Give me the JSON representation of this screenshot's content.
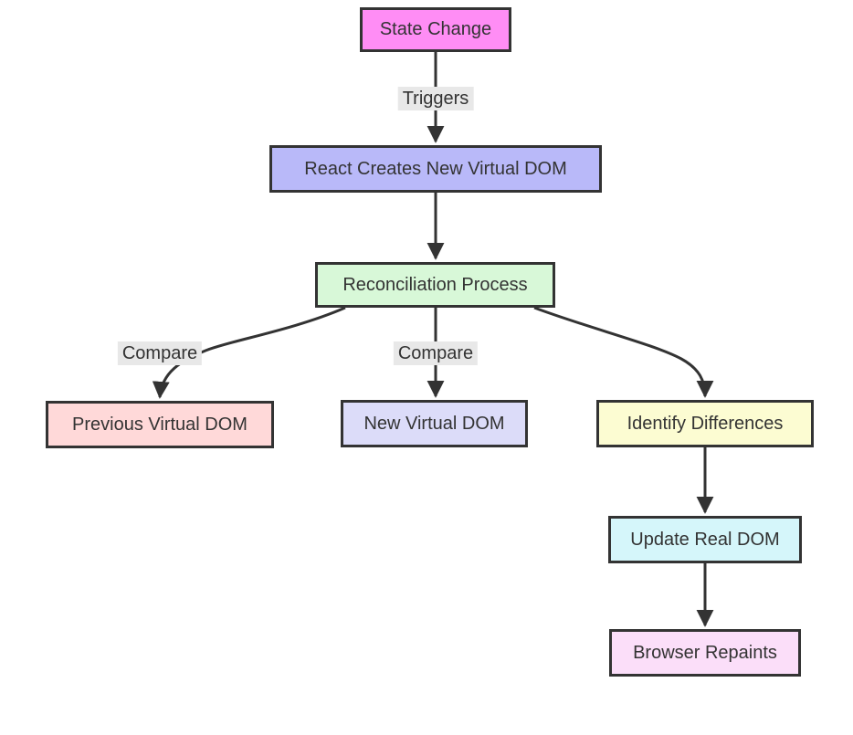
{
  "diagram": {
    "type": "flowchart",
    "direction": "top-down",
    "subject": "React Virtual DOM reconciliation flow",
    "nodes": [
      {
        "id": "state-change",
        "label": "State Change",
        "fill": "#ff8df5"
      },
      {
        "id": "react-creates-new-virtual-dom",
        "label": "React Creates New Virtual DOM",
        "fill": "#b9b9f9"
      },
      {
        "id": "reconciliation-process",
        "label": "Reconciliation Process",
        "fill": "#d8f8d8"
      },
      {
        "id": "previous-virtual-dom",
        "label": "Previous Virtual DOM",
        "fill": "#ffd9d9"
      },
      {
        "id": "new-virtual-dom",
        "label": "New Virtual DOM",
        "fill": "#dcdcf9"
      },
      {
        "id": "identify-differences",
        "label": "Identify Differences",
        "fill": "#fcfcd2"
      },
      {
        "id": "update-real-dom",
        "label": "Update Real DOM",
        "fill": "#d5f6fa"
      },
      {
        "id": "browser-repaints",
        "label": "Browser Repaints",
        "fill": "#fbdef9"
      }
    ],
    "edges": [
      {
        "from": "state-change",
        "to": "react-creates-new-virtual-dom",
        "label": "Triggers"
      },
      {
        "from": "react-creates-new-virtual-dom",
        "to": "reconciliation-process",
        "label": ""
      },
      {
        "from": "reconciliation-process",
        "to": "previous-virtual-dom",
        "label": "Compare"
      },
      {
        "from": "reconciliation-process",
        "to": "new-virtual-dom",
        "label": "Compare"
      },
      {
        "from": "reconciliation-process",
        "to": "identify-differences",
        "label": ""
      },
      {
        "from": "identify-differences",
        "to": "update-real-dom",
        "label": ""
      },
      {
        "from": "update-real-dom",
        "to": "browser-repaints",
        "label": ""
      }
    ],
    "colors": {
      "node_border": "#333333",
      "edge_line": "#333333",
      "edge_label_bg": "#e8e8e8",
      "text": "#333333",
      "canvas_bg": "#ffffff"
    }
  }
}
